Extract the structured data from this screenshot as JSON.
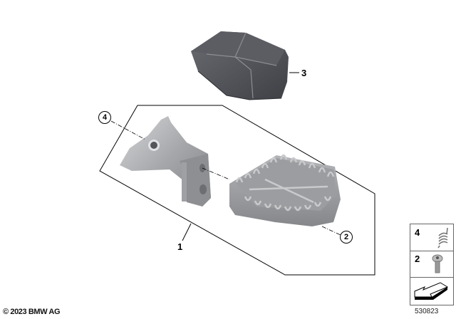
{
  "diagram": {
    "type": "parts-exploded-view",
    "callouts": [
      {
        "id": "1",
        "label": "1",
        "part": "footrest-assembly-frame"
      },
      {
        "id": "2",
        "label": "2",
        "part": "footpeg-bolt"
      },
      {
        "id": "3",
        "label": "3",
        "part": "rubber-cover"
      },
      {
        "id": "4",
        "label": "4",
        "part": "spring"
      }
    ],
    "legend": [
      {
        "label": "4",
        "icon": "spring-icon"
      },
      {
        "label": "2",
        "icon": "bolt-icon"
      },
      {
        "label": "",
        "icon": "arrow-direction-icon"
      }
    ],
    "copyright": "© 2023 BMW AG",
    "diagram_id": "530823"
  },
  "colors": {
    "cover": "#4a4c52",
    "metal": "#a9aaad",
    "line": "#000000"
  }
}
